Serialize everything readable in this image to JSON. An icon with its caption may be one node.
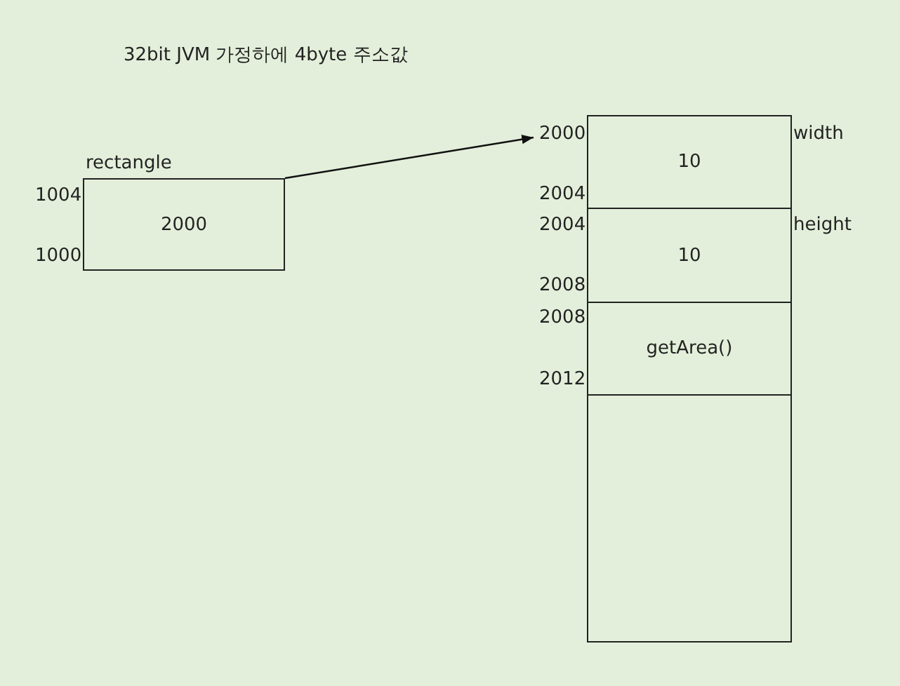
{
  "diagram": {
    "title": "32bit JVM 가정하에 4byte 주소값",
    "nodes": [
      {
        "text": [
          "rectangle",
          "2000"
        ],
        "beside": [
          "1004",
          "1000"
        ]
      },
      {
        "text": [
          "10"
        ],
        "beside": [
          "2000",
          "2004",
          "width"
        ]
      },
      {
        "text": [
          "10"
        ],
        "beside": [
          "2004",
          "2008",
          "height"
        ]
      },
      {
        "text": [
          "getArea()"
        ],
        "beside": [
          "2008",
          "2012"
        ]
      },
      {
        "text": [],
        "shape": "box"
      }
    ],
    "edges": [
      {
        "from": 0,
        "to": 1,
        "arrow": "to"
      }
    ]
  }
}
